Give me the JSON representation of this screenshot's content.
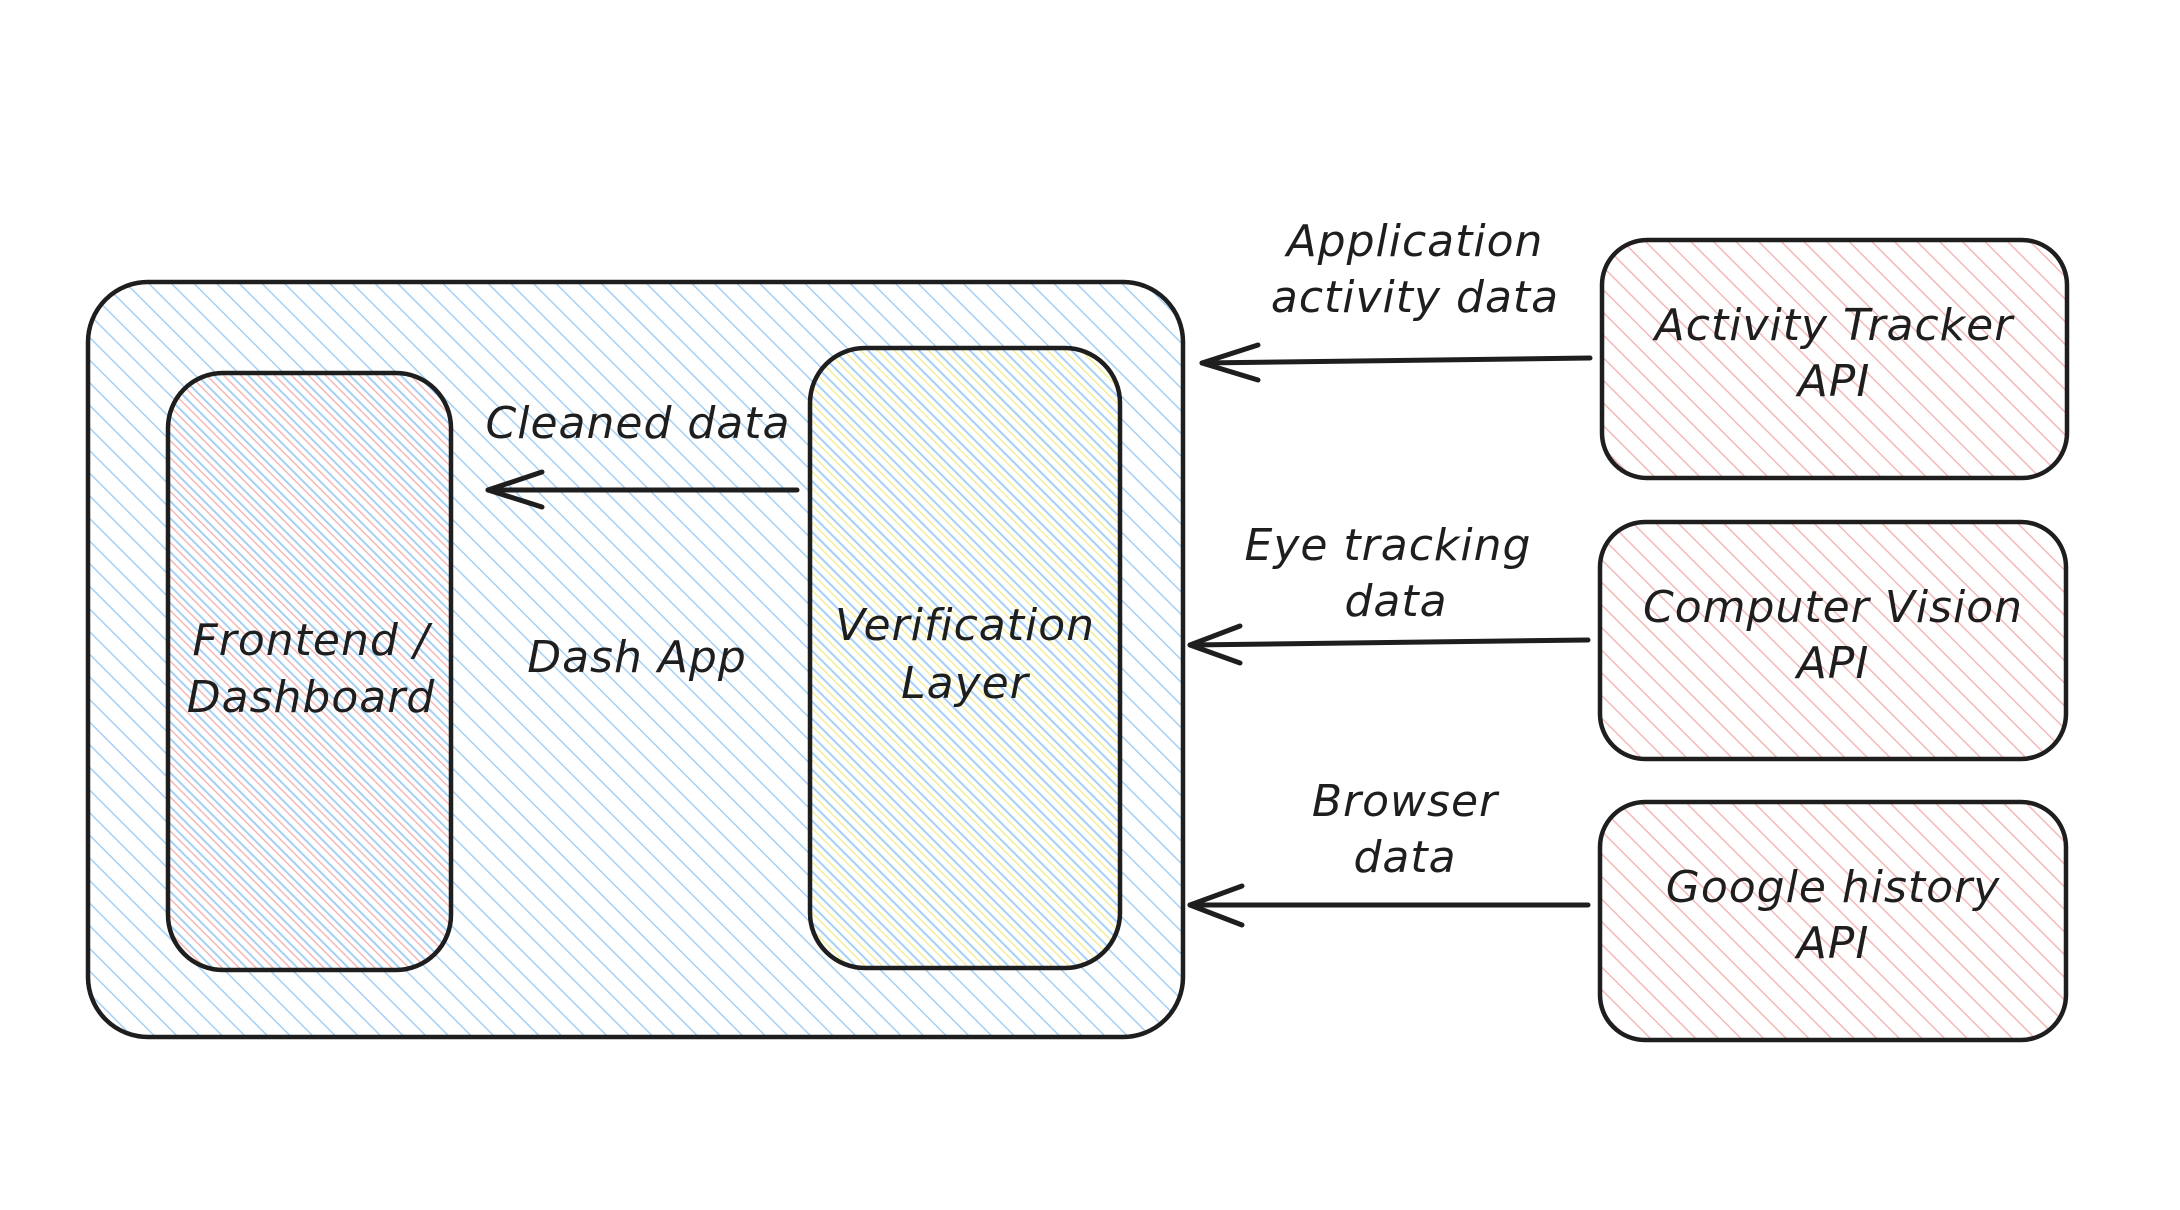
{
  "colors": {
    "stroke": "#1e1e1e",
    "container_hatch": "#a5d0f5",
    "frontend_hatch": "#f5b8b8",
    "verification_hatch": "#f3ee9a",
    "api_hatch": "#f5b8b8",
    "background": "#ffffff"
  },
  "container": {
    "label": "Dash App"
  },
  "frontend": {
    "label_line1": "Frontend /",
    "label_line2": "Dashboard"
  },
  "verification": {
    "label_line1": "Verification",
    "label_line2": "Layer"
  },
  "apis": [
    {
      "label_line1": "Activity Tracker",
      "label_line2": "API"
    },
    {
      "label_line1": "Computer Vision",
      "label_line2": "API"
    },
    {
      "label_line1": "Google history",
      "label_line2": "API"
    }
  ],
  "arrows": {
    "cleaned": {
      "label_line1": "Cleaned data"
    },
    "application": {
      "label_line1": "Application",
      "label_line2": "activity data"
    },
    "eye": {
      "label_line1": "Eye tracking",
      "label_line2": "data"
    },
    "browser": {
      "label_line1": "Browser",
      "label_line2": "data"
    }
  }
}
